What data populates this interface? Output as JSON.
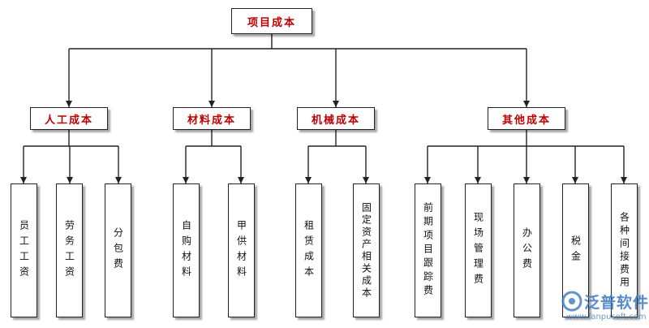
{
  "root": {
    "label": "项目成本"
  },
  "categories": [
    {
      "label": "人工成本",
      "children": [
        "员工工资",
        "劳务工资",
        "分包费"
      ]
    },
    {
      "label": "材料成本",
      "children": [
        "自购材料",
        "甲供材料"
      ]
    },
    {
      "label": "机械成本",
      "children": [
        "租赁成本",
        "固定资产相关成本"
      ]
    },
    {
      "label": "其他成本",
      "children": [
        "前期项目跟踪费",
        "现场管理费",
        "办公费",
        "税金",
        "各种间接费用"
      ]
    }
  ],
  "watermark": {
    "brand": "泛普软件",
    "url": "www.fanpusoft.com"
  },
  "colors": {
    "category_text": "#c00000",
    "line": "#222222",
    "watermark": "#3a78c2"
  }
}
